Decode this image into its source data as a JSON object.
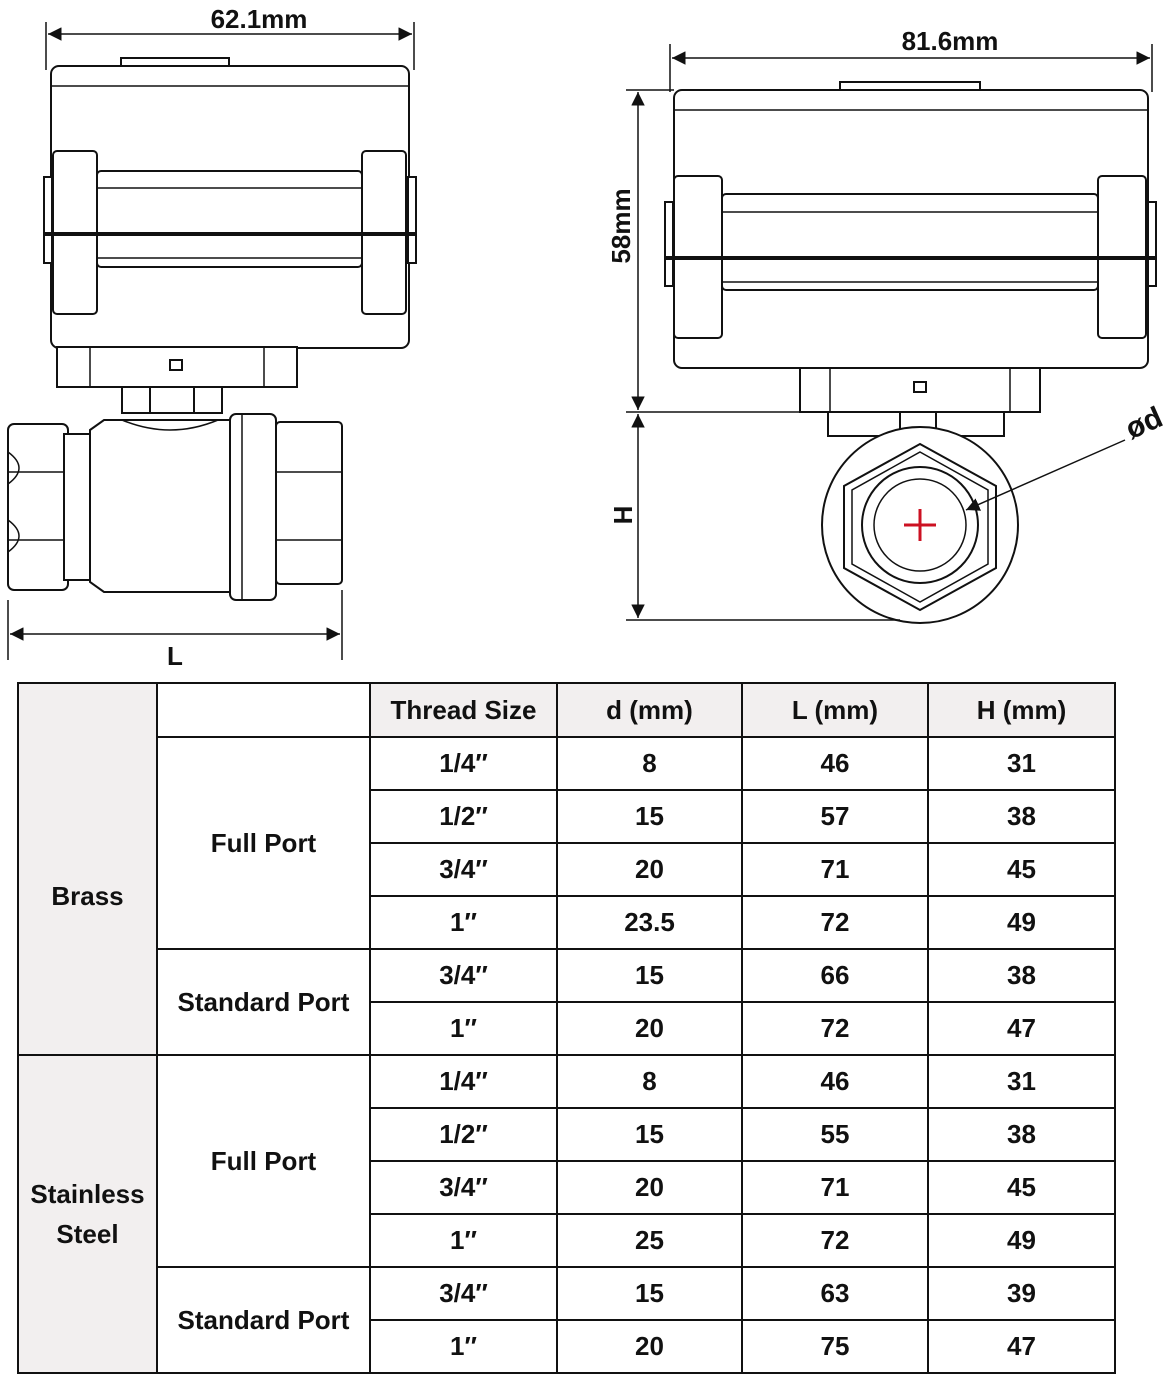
{
  "drawing": {
    "front_width_label": "62.1mm",
    "side_width_label": "81.6mm",
    "height_label": "58mm",
    "h_label": "H",
    "l_label": "L",
    "d_label": "ød",
    "accent_color": "#cc1122"
  },
  "table": {
    "headers": [
      "",
      "",
      "Thread Size",
      "d (mm)",
      "L (mm)",
      "H (mm)"
    ],
    "materials": [
      {
        "name": "Brass",
        "groups": [
          {
            "port": "Full Port",
            "rows": [
              [
                "1/4″",
                "8",
                "46",
                "31"
              ],
              [
                "1/2″",
                "15",
                "57",
                "38"
              ],
              [
                "3/4″",
                "20",
                "71",
                "45"
              ],
              [
                "1″",
                "23.5",
                "72",
                "49"
              ]
            ]
          },
          {
            "port": "Standard Port",
            "rows": [
              [
                "3/4″",
                "15",
                "66",
                "38"
              ],
              [
                "1″",
                "20",
                "72",
                "47"
              ]
            ]
          }
        ]
      },
      {
        "name": "Stainless Steel",
        "groups": [
          {
            "port": "Full Port",
            "rows": [
              [
                "1/4″",
                "8",
                "46",
                "31"
              ],
              [
                "1/2″",
                "15",
                "55",
                "38"
              ],
              [
                "3/4″",
                "20",
                "71",
                "45"
              ],
              [
                "1″",
                "25",
                "72",
                "49"
              ]
            ]
          },
          {
            "port": "Standard Port",
            "rows": [
              [
                "3/4″",
                "15",
                "63",
                "39"
              ],
              [
                "1″",
                "20",
                "75",
                "47"
              ]
            ]
          }
        ]
      }
    ]
  }
}
